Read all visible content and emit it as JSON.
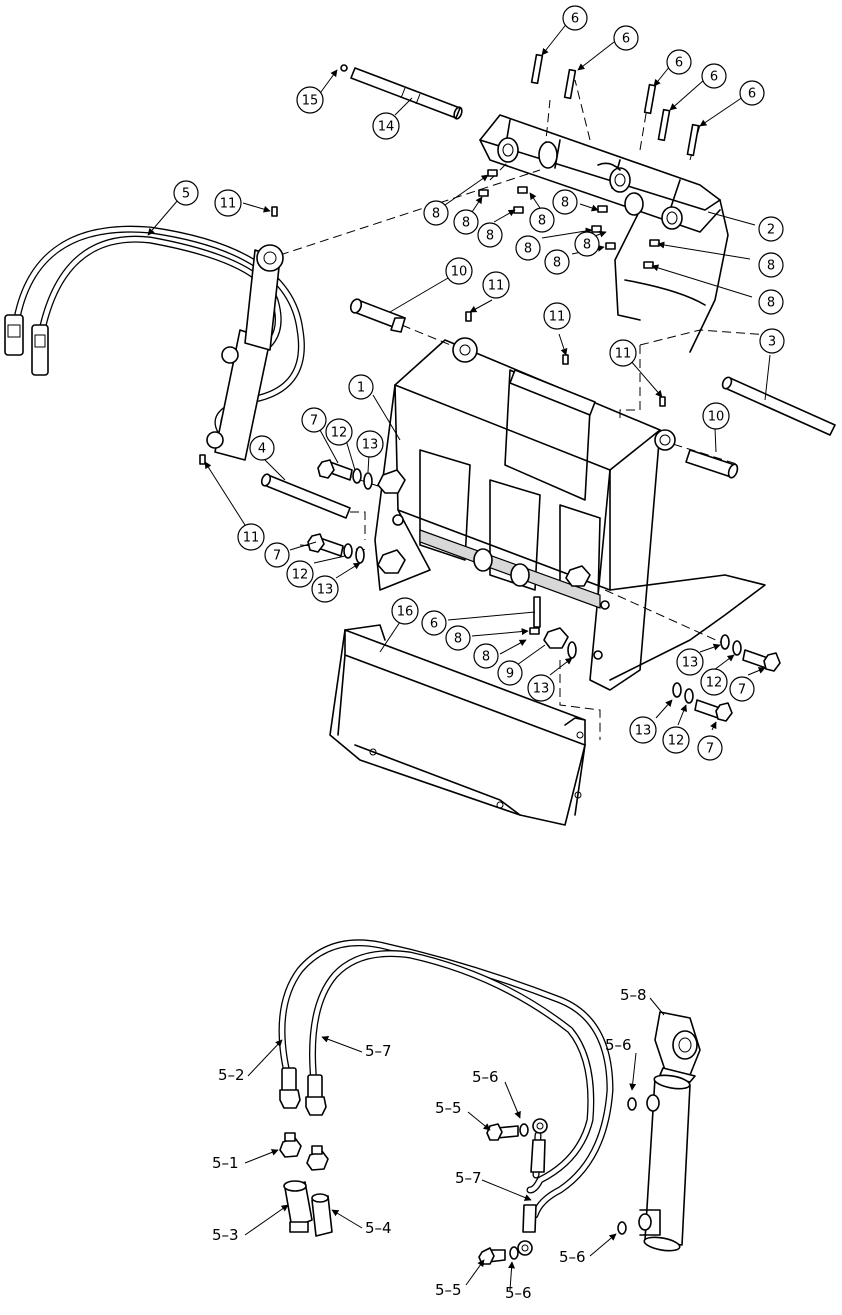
{
  "exploded_view": {
    "balloons": [
      {
        "id": "b-6a",
        "text": "6"
      },
      {
        "id": "b-6b",
        "text": "6"
      },
      {
        "id": "b-6c",
        "text": "6"
      },
      {
        "id": "b-6d",
        "text": "6"
      },
      {
        "id": "b-6e",
        "text": "6"
      },
      {
        "id": "b-15",
        "text": "15"
      },
      {
        "id": "b-14",
        "text": "14"
      },
      {
        "id": "b-5",
        "text": "5"
      },
      {
        "id": "b-11a",
        "text": "11"
      },
      {
        "id": "b-2",
        "text": "2"
      },
      {
        "id": "b-8a",
        "text": "8"
      },
      {
        "id": "b-8b",
        "text": "8"
      },
      {
        "id": "b-8c",
        "text": "8"
      },
      {
        "id": "b-8d",
        "text": "8"
      },
      {
        "id": "b-8e",
        "text": "8"
      },
      {
        "id": "b-8f",
        "text": "8"
      },
      {
        "id": "b-8g",
        "text": "8"
      },
      {
        "id": "b-8h",
        "text": "8"
      },
      {
        "id": "b-8i",
        "text": "8"
      },
      {
        "id": "b-8j",
        "text": "8"
      },
      {
        "id": "b-10a",
        "text": "10"
      },
      {
        "id": "b-11b",
        "text": "11"
      },
      {
        "id": "b-11c",
        "text": "11"
      },
      {
        "id": "b-11d",
        "text": "11"
      },
      {
        "id": "b-3",
        "text": "3"
      },
      {
        "id": "b-1",
        "text": "1"
      },
      {
        "id": "b-7a",
        "text": "7"
      },
      {
        "id": "b-12a",
        "text": "12"
      },
      {
        "id": "b-13a",
        "text": "13"
      },
      {
        "id": "b-4",
        "text": "4"
      },
      {
        "id": "b-10b",
        "text": "10"
      },
      {
        "id": "b-11e",
        "text": "11"
      },
      {
        "id": "b-7b",
        "text": "7"
      },
      {
        "id": "b-12b",
        "text": "12"
      },
      {
        "id": "b-13b",
        "text": "13"
      },
      {
        "id": "b-16",
        "text": "16"
      },
      {
        "id": "b-6f",
        "text": "6"
      },
      {
        "id": "b-8k",
        "text": "8"
      },
      {
        "id": "b-8l",
        "text": "8"
      },
      {
        "id": "b-9",
        "text": "9"
      },
      {
        "id": "b-13c",
        "text": "13"
      },
      {
        "id": "b-13d",
        "text": "13"
      },
      {
        "id": "b-12c",
        "text": "12"
      },
      {
        "id": "b-7c",
        "text": "7"
      },
      {
        "id": "b-13e",
        "text": "13"
      },
      {
        "id": "b-12d",
        "text": "12"
      },
      {
        "id": "b-7d",
        "text": "7"
      }
    ]
  },
  "detail_view": {
    "labels": [
      {
        "id": "l-5-2",
        "text": "5–2"
      },
      {
        "id": "l-5-7a",
        "text": "5–7"
      },
      {
        "id": "l-5-8",
        "text": "5–8"
      },
      {
        "id": "l-5-6a",
        "text": "5–6"
      },
      {
        "id": "l-5-6b",
        "text": "5–6"
      },
      {
        "id": "l-5-5a",
        "text": "5–5"
      },
      {
        "id": "l-5-1",
        "text": "5–1"
      },
      {
        "id": "l-5-7b",
        "text": "5–7"
      },
      {
        "id": "l-5-3",
        "text": "5–3"
      },
      {
        "id": "l-5-4",
        "text": "5–4"
      },
      {
        "id": "l-5-6c",
        "text": "5–6"
      },
      {
        "id": "l-5-5b",
        "text": "5–5"
      },
      {
        "id": "l-5-6d",
        "text": "5–6"
      }
    ]
  }
}
